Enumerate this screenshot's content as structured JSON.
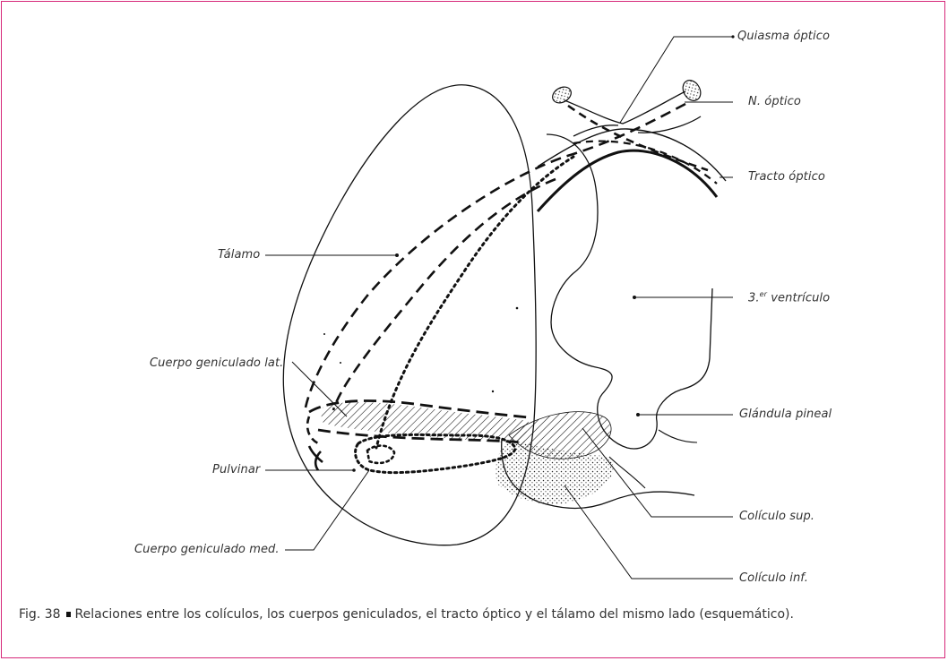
{
  "labels": {
    "quiasma": "Quiasma óptico",
    "n_optico": "N. óptico",
    "tracto": "Tracto óptico",
    "talamo": "Tálamo",
    "ventriculo": "3.er ventrículo",
    "cgl": "Cuerpo geniculado lat.",
    "pineal": "Glándula pineal",
    "pulvinar": "Pulvinar",
    "col_sup": "Colículo sup.",
    "cgm": "Cuerpo geniculado med.",
    "col_inf": "Colículo inf."
  },
  "caption": {
    "figure_number": "Fig. 38",
    "text": "Relaciones entre los colículos, los cuerpos geniculados, el tracto óptico y el tálamo del mismo lado (esquemático)."
  },
  "colors": {
    "frame": "#d6287a",
    "ink": "#111111",
    "text": "#333333"
  }
}
